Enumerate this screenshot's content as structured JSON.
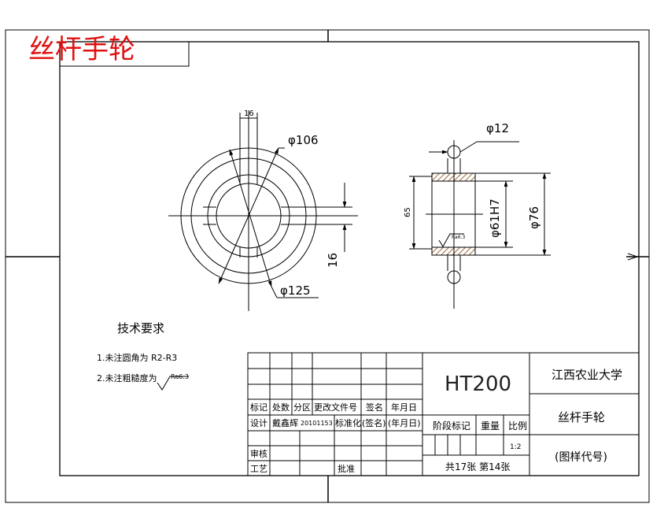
{
  "title": "丝杆手轮",
  "technical_requirements": {
    "heading": "技术要求",
    "items": [
      "1.未注圆角为 R2-R3",
      "2.未注粗糙度为"
    ],
    "roughness_symbol": "Ra6.3"
  },
  "front_view": {
    "dims": {
      "keyway_width_top": "16",
      "diameter_106": "φ106",
      "diameter_125": "φ125",
      "keyway_width_side": "16"
    }
  },
  "section_view": {
    "dims": {
      "pin_diameter": "φ12",
      "bore": "φ61H7",
      "outer_diameter": "φ76",
      "height": "65",
      "roughness": "Ra6.3"
    }
  },
  "title_block": {
    "material": "HT200",
    "school": "江西农业大学",
    "part_name": "丝杆手轮",
    "drawing_code": "(图样代号)",
    "header_labels": {
      "mark": "标记",
      "count": "处数",
      "zone": "分区",
      "change_doc": "更改文件号",
      "sign": "签名",
      "date": "年月日"
    },
    "row_design": {
      "label": "设计",
      "name": "戴鑫辉",
      "number": "20101153",
      "standardize": "标准化",
      "sign": "(签名)",
      "date": "(年月日)"
    },
    "stage_mark": "阶段标记",
    "weight": "重量",
    "scale_label": "比例",
    "scale_value": "1:2",
    "review": "审核",
    "process": "工艺",
    "approve": "批准",
    "sheets": "共17张  第14张"
  }
}
